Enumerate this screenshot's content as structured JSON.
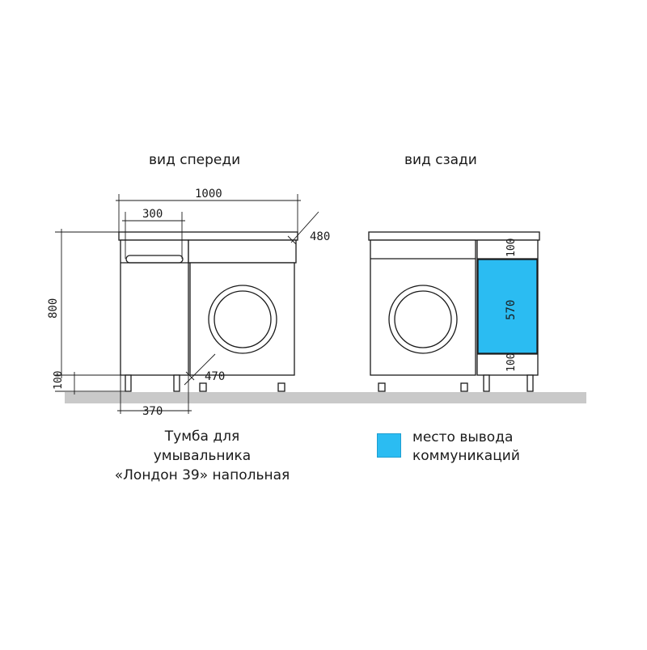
{
  "views": {
    "front": {
      "title": "вид спереди"
    },
    "back": {
      "title": "вид сзади"
    }
  },
  "dimensions": {
    "front": {
      "width": "1000",
      "drawer_width": "300",
      "depth": "480",
      "height": "800",
      "legs_height": "100",
      "cabinet_width": "370",
      "inner_depth": "470"
    },
    "back": {
      "top_zone": "100",
      "service_zone": "570",
      "bottom_zone": "100"
    }
  },
  "caption": {
    "line1": "Тумба для",
    "line2": "умывальника",
    "line3": "«Лондон 39» напольная"
  },
  "legend": {
    "line1": "место вывода",
    "line2": "коммуникаций",
    "color": "#2bbcf2"
  }
}
